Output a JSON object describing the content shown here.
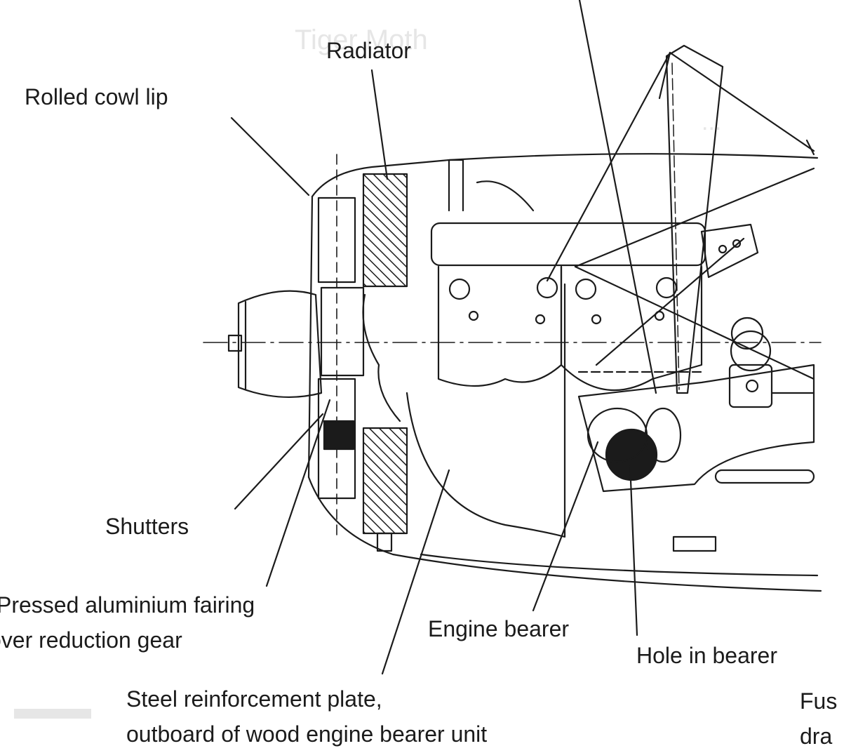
{
  "labels": {
    "radiator": "Radiator",
    "rolled_cowl_lip": "Rolled cowl lip",
    "shutters": "Shutters",
    "fairing_line1": "Pressed aluminium fairing",
    "fairing_line2": "over reduction gear",
    "engine_bearer": "Engine bearer",
    "hole_in_bearer": "Hole in bearer",
    "steel_plate_line1": "Steel reinforcement plate,",
    "steel_plate_line2": "outboard of wood engine bearer unit",
    "fuselage_line1": "Fus",
    "fuselage_line2": "dra"
  },
  "colors": {
    "ink": "#1b1b1b",
    "paper": "#ffffff",
    "faint_ink": "#e2e2e2"
  }
}
